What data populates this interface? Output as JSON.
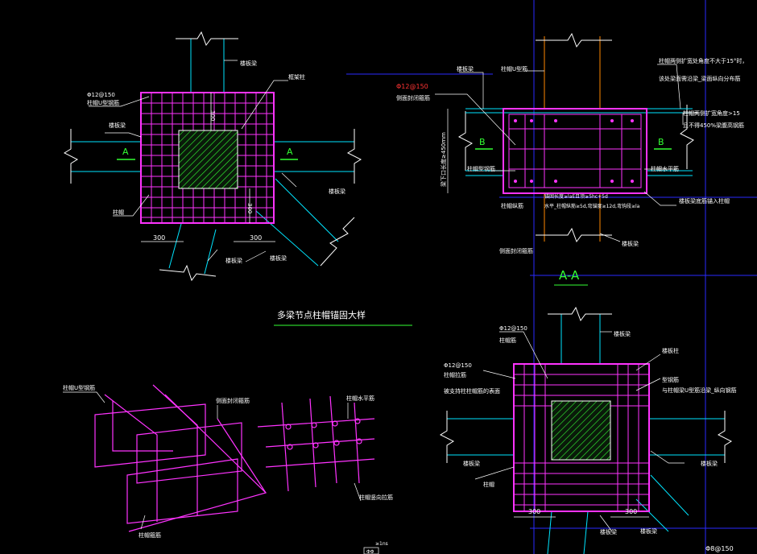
{
  "title": "多梁节点柱帽锚固大样",
  "section_title": "A-A",
  "colors": {
    "background": "#000000",
    "rebar": "#ff33ff",
    "leader": "#ffffff",
    "axis": "#2a2aff",
    "beam_line": "#00e5ff",
    "section_mark": "#33ff33",
    "red_text": "#ff3333",
    "column_outline": "#ff8800",
    "hatch": "#33ff33"
  },
  "labels": {
    "top_left": {
      "spec": "Φ12@150",
      "cap_bar": "柱帽U型钢筋",
      "beam_top": "楼板梁",
      "beam_left": "楼板梁",
      "beam_right": "楼板梁",
      "beam_diag": "楼板梁",
      "beam_diag2": "楼板梁",
      "column": "框架柱",
      "cap": "柱帽",
      "dim_300_a": "300",
      "dim_300_b": "300",
      "dim_300_c": "300",
      "dim_300_d": "300",
      "sec_a_left": "A",
      "sec_a_right": "A"
    },
    "top_right": {
      "spec_red": "Φ12@150",
      "stirrup": "侧面封闭箍筋",
      "beam_left": "楼板梁",
      "cap_u": "柱帽U型筋",
      "note1": "柱帽两侧扩宽处角度不大于15°时，",
      "note2": "该处梁面需沿梁_梁面纵向分布筋",
      "note3": "柱帽两侧扩宽角度>15",
      "note4": "且不得450%梁腹高钢筋",
      "height_note": "梁下口长度≥450mm",
      "bottom_bar": "柱帽型钢筋",
      "bottom_bar2": "柱帽水平筋",
      "anchor1": "锚固长度≥laE且须≥5hc+5d",
      "anchor2": "水平_柱帽纵筋≥5d,弯锚度≥12d,弯钩段≥la",
      "anchor3": "楼板梁底筋锚入柱帽",
      "column_bar": "柱帽纵筋",
      "beam_bottom": "楼板梁",
      "side_closed": "侧面封闭箍筋",
      "sec_b_left": "B",
      "sec_b_right": "B"
    },
    "bottom_left": {
      "cap_u": "柱帽U型钢筋",
      "side_closed": "侧面封闭箍筋",
      "horizontal": "柱帽水平筋",
      "vertical": "柱帽竖向拉筋",
      "cap_hoop": "柱帽箍筋"
    },
    "bottom_right": {
      "spec1": "Φ12@150",
      "cap_bar": "柱帽筋",
      "spec2": "Φ12@150",
      "cap_tie": "柱帽拉筋",
      "note": "被支持柱柱帽筋的表面",
      "beam_top": "楼板梁",
      "beam_right": "楼板梁",
      "beam_left": "楼板梁",
      "beam_bottom": "楼板梁",
      "beam_diag": "楼板梁",
      "column_name": "楼板柱",
      "u_hook": "型钢筋",
      "u_hook_note": "与柱帽梁U型筋沿梁_纵向钢筋",
      "cap": "柱帽",
      "dim_300_a": "300",
      "dim_300_b": "300",
      "bottom_spec": "Φ8@150",
      "small_note": "≥1ns",
      "small_box": "ΦΦ"
    }
  }
}
